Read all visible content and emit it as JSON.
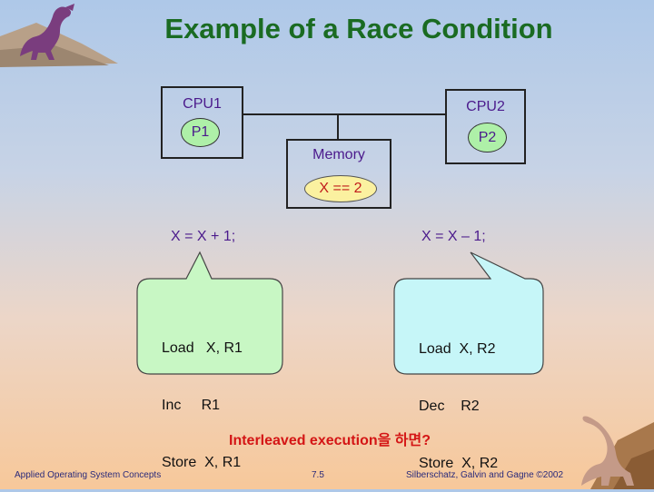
{
  "slide": {
    "title": "Example of a Race Condition",
    "cpu1": {
      "label": "CPU1",
      "process": "P1"
    },
    "cpu2": {
      "label": "CPU2",
      "process": "P2"
    },
    "memory": {
      "label": "Memory",
      "value": "X == 2"
    },
    "left": {
      "expression": "X = X + 1;",
      "code": [
        "Load   X, R1",
        "Inc     R1",
        "Store  X, R1"
      ]
    },
    "right": {
      "expression": "X = X – 1;",
      "code": [
        "Load  X, R2",
        "Dec    R2",
        "Store  X, R2"
      ]
    },
    "question": "Interleaved execution을 하면?"
  },
  "footer": {
    "left": "Applied Operating System Concepts",
    "center": "7.5",
    "right": "Silberschatz, Galvin and  Gagne ©2002"
  },
  "colors": {
    "title": "#1a6b22",
    "process_oval": "#aef0a8",
    "memory_oval": "#fbf1a0",
    "left_bubble": "#c8f7c4",
    "right_bubble": "#c6f6f8",
    "question": "#d41515"
  },
  "decorations": [
    "dinosaur-top-left",
    "dinosaur-bottom-right"
  ]
}
